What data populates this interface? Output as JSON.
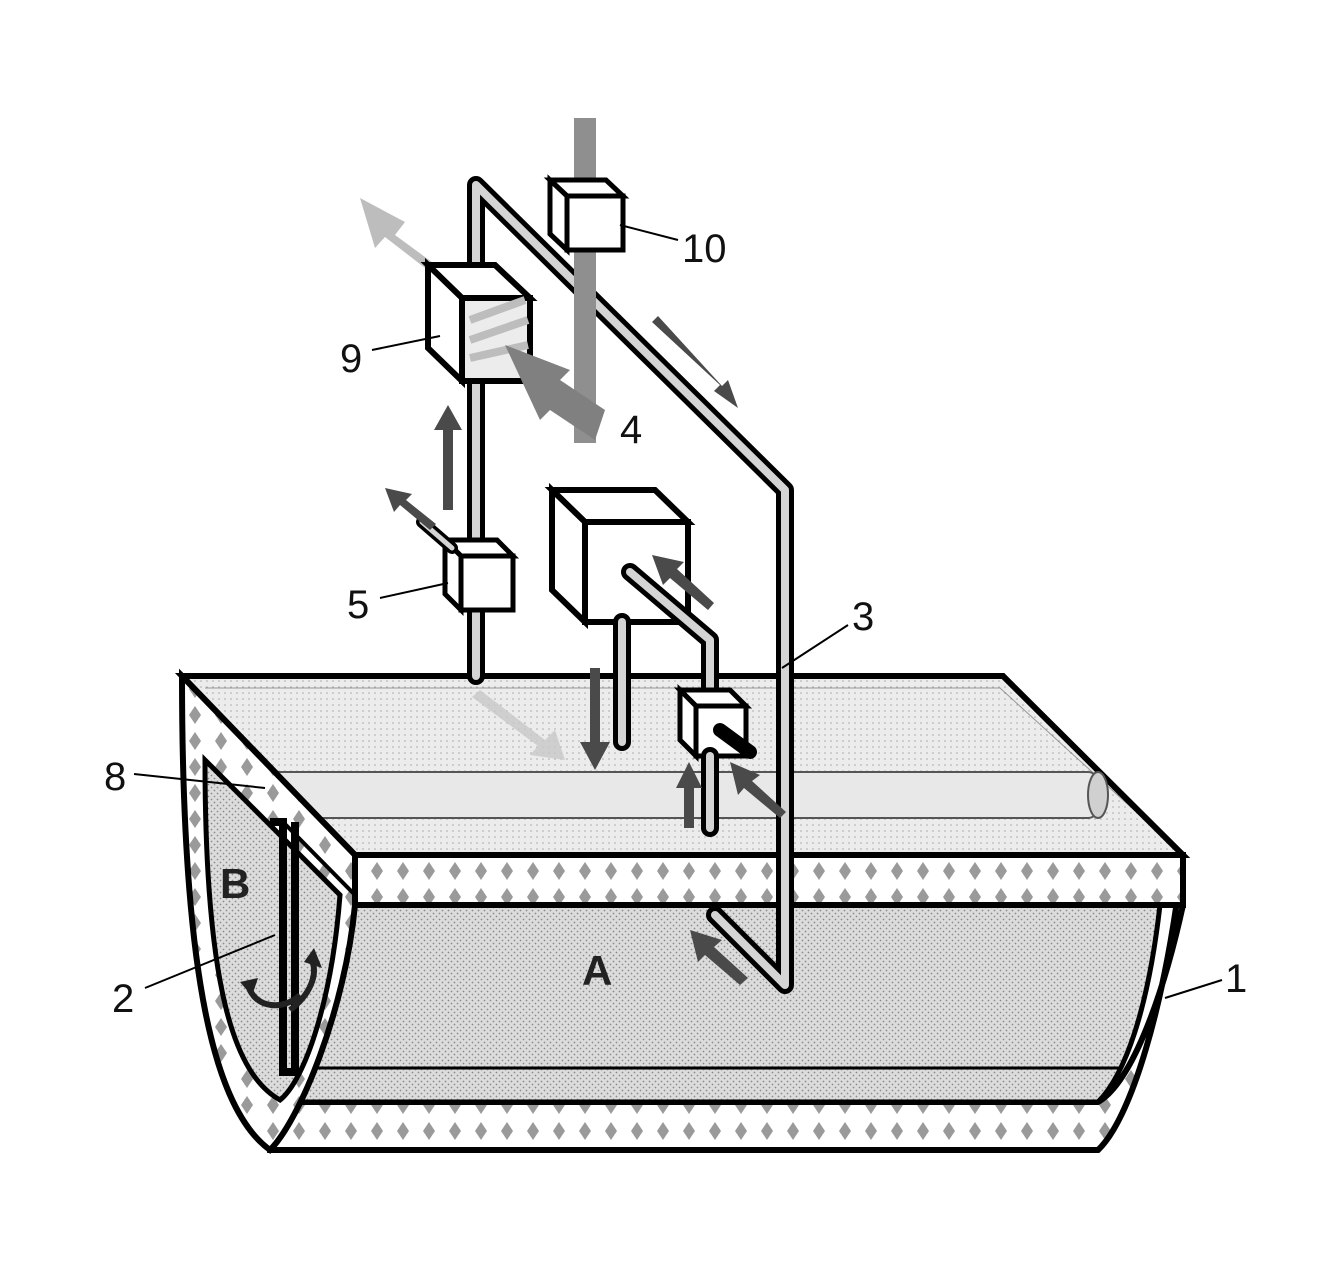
{
  "labels": {
    "n1": "1",
    "n2": "2",
    "n3": "3",
    "n4": "4",
    "n5": "5",
    "n8": "8",
    "n9": "9",
    "n10": "10",
    "zone_a": "A",
    "zone_b": "B"
  },
  "colors": {
    "outline": "#000000",
    "water": "#cfcfcf",
    "water_light": "#e6e6e6",
    "pattern_bg": "#ffffff",
    "pattern_dot": "#9a9a9a",
    "arrow_dark": "#4a4a4a",
    "arrow_light": "#bdbdbd",
    "pipe_fill": "#d4d4d4"
  }
}
